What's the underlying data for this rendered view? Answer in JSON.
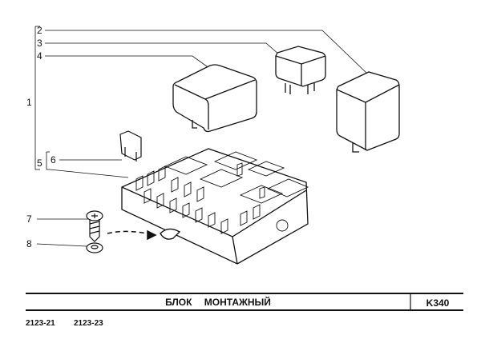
{
  "callouts": {
    "c1": "1",
    "c2": "2",
    "c3": "3",
    "c4": "4",
    "c5": "5",
    "c6": "6",
    "c7": "7",
    "c8": "8"
  },
  "footer": {
    "title": "БЛОК   МОНТАЖНЫЙ",
    "code": "K340",
    "models": [
      "2123-21",
      "2123-23"
    ]
  }
}
